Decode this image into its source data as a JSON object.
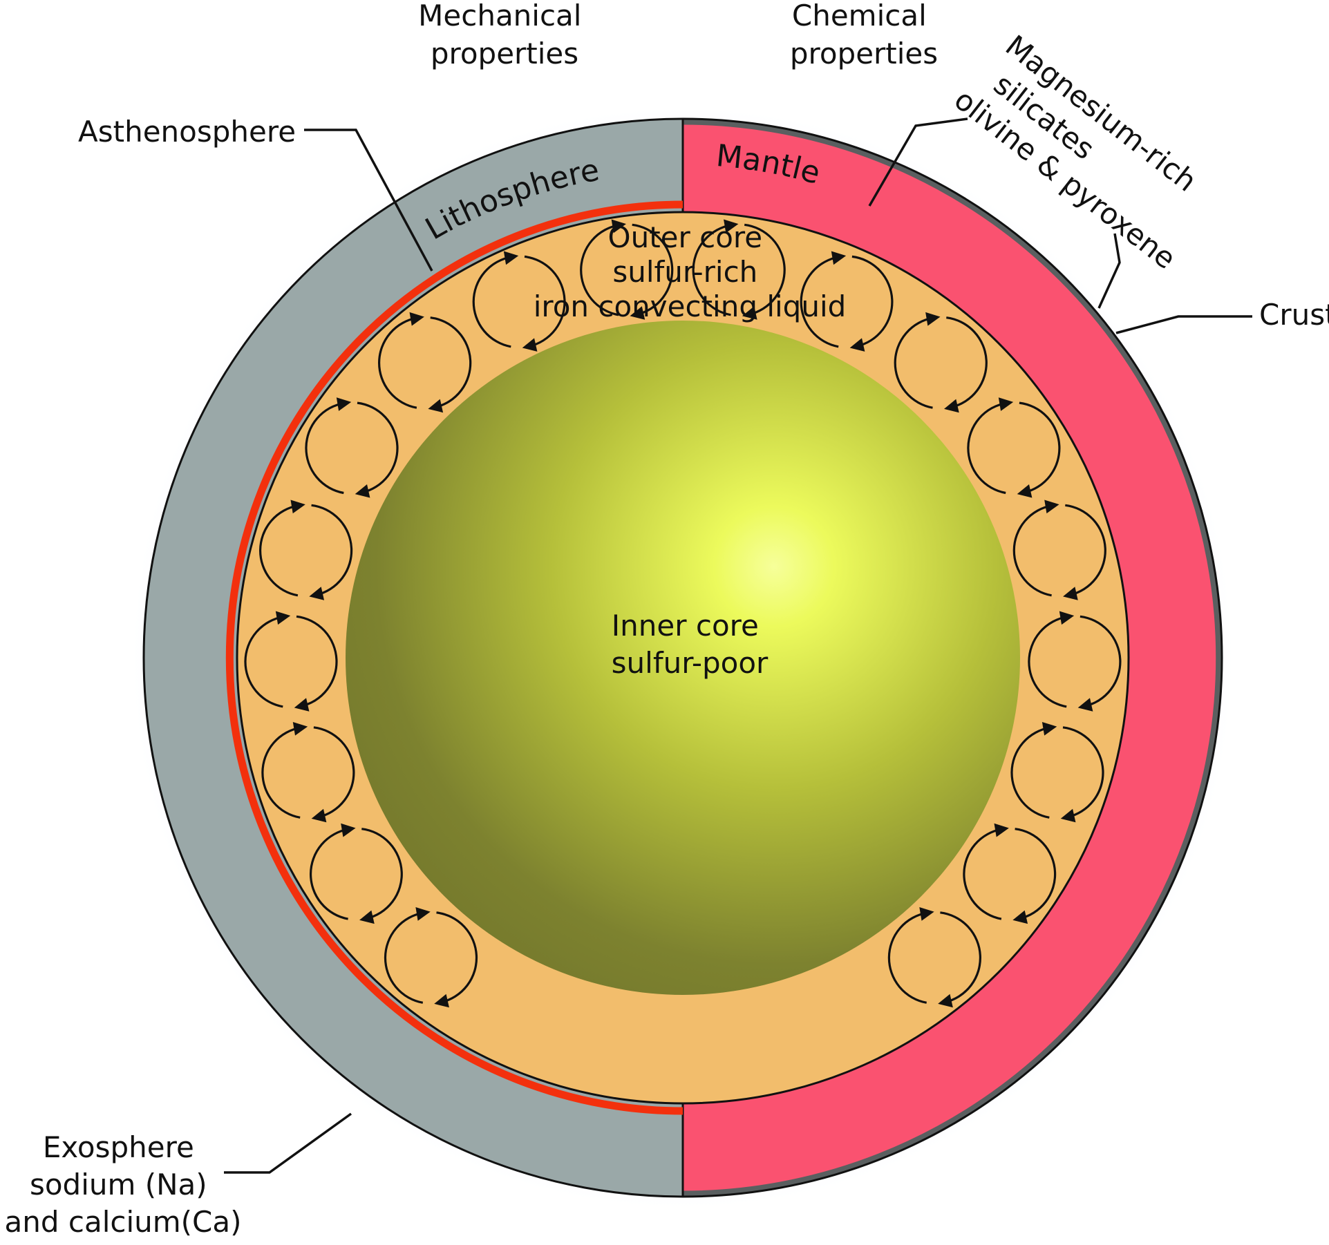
{
  "headings": {
    "mechanical": [
      "Mechanical",
      "properties"
    ],
    "chemical": [
      "Chemical",
      "properties"
    ]
  },
  "layers": {
    "lithosphere": "Lithosphere",
    "mantle": "Mantle",
    "asthenosphere": "Asthenosphere",
    "crust": "Crust",
    "outer_core": [
      "Outer core",
      "sulfur-rich",
      "iron convecting liquid"
    ],
    "inner_core": [
      "Inner core",
      "sulfur-poor"
    ],
    "mantle_composition": [
      "Magnesium-rich",
      "silicates",
      "olivine & pyroxene"
    ],
    "exosphere": [
      "Exosphere",
      "sodium (Na)",
      "and calcium(Ca)"
    ]
  },
  "colors": {
    "lithosphere": "#9aa8a8",
    "mantle": "#fa5270",
    "asthenosphere": "#f3300d",
    "outer_core": "#f2bd6c",
    "inner_core_light": "#f0ff78",
    "inner_core_dark": "#7d822f",
    "crust": "#5a5f60",
    "exosphere_glow": "#7ab8ff"
  },
  "convection_cells": 18
}
